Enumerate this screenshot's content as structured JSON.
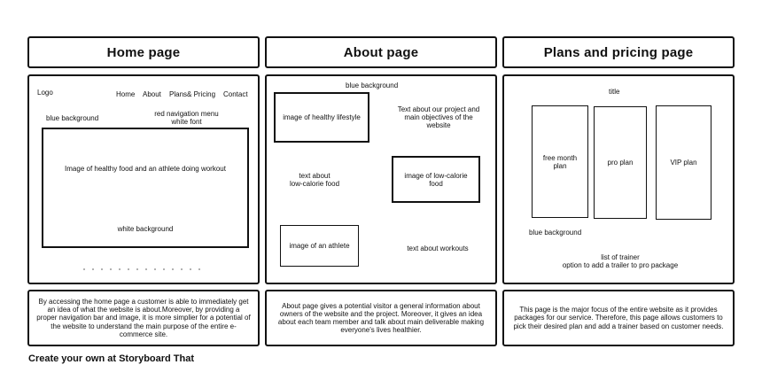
{
  "titles": {
    "home": "Home page",
    "about": "About page",
    "plans": "Plans and pricing page"
  },
  "home": {
    "logo": "Logo",
    "nav": [
      "Home",
      "About",
      "Plans& Pricing",
      "Contact"
    ],
    "blue_bg": "blue background",
    "nav_note_line1": "red navigation menu",
    "nav_note_line2": "white font",
    "hero_text": "Image of healthy food and an athlete doing workout",
    "hero_bg": "white background",
    "dots_count": 14
  },
  "about": {
    "blue_bg": "blue background",
    "img_lifestyle": "image of healthy lifestyle",
    "project_text_1": "Text about our project and",
    "project_text_2": "main objectives of the",
    "project_text_3": "website",
    "lowcal_text_1": "text about",
    "lowcal_text_2": "low-calorie food",
    "img_lowcal_1": "image of low-calorie",
    "img_lowcal_2": "food",
    "img_athlete": "image of an athlete",
    "workouts_text": "text about workouts"
  },
  "plans": {
    "title": "title",
    "free_1": "free month",
    "free_2": "plan",
    "pro": "pro plan",
    "vip": "VIP plan",
    "blue_bg": "blue background",
    "trainer_1": "list of trainer",
    "trainer_2": "option to add a trailer to pro package"
  },
  "descriptions": {
    "home": "By accessing the home page a customer is able to immediately get an idea of what the website is about.Moreover, by providing a proper navigation bar and image, it is more simplier for a potential of the website to understand the main purpose of the entire e-commerce site.",
    "about": "About page gives a potential visitor a general information about owners of the website and the project. Moreover, it gives an idea about each team member and talk about main deliverable making everyone's lives healthier.",
    "plans": "This page is the major focus of the entire website as it provides packages for our service. Therefore, this page allows customers to pick their desired plan and add a trainer based on customer needs."
  },
  "footer": "Create your own at Storyboard That"
}
